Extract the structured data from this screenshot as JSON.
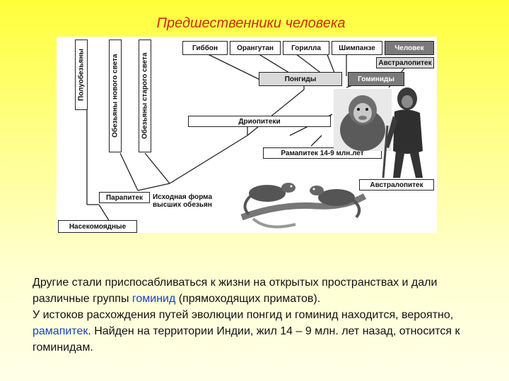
{
  "title": "Предшественники человека",
  "diagram": {
    "top_row": [
      "Гиббон",
      "Орангутан",
      "Горилла",
      "Шимпанзе",
      "Человек"
    ],
    "vertical_labels": [
      "Полуобезьяны",
      "Обезьяны нового света",
      "Обезьяны старого света"
    ],
    "australopithecus_top": "Австралопитек",
    "pongids": "Понгиды",
    "hominids": "Гоминиды",
    "dryopithecus": "Дриопитеки",
    "ramapithecus": "Рамапитек 14-9 млн.лет",
    "australopithecus_bottom": "Австралопитек",
    "parapithecus": "Парапитек",
    "origin_line1": "Исходная форма",
    "origin_line2": "высших обезьян",
    "insectivores": "Насекомоядные"
  },
  "body": {
    "p1_a": "Другие стали приспосабливаться к жизни на открытых пространствах и дали различные группы ",
    "p1_term": "гоминид",
    "p1_b": " (прямоходящих приматов).",
    "p2_a": "У истоков расхождения путей эволюции понгид и гоминид находится, вероятно, ",
    "p2_term": "рамапитек",
    "p2_b": ". Найден на территории Индии, жил 14 – 9 млн. лет назад, относится к гоминидам."
  }
}
